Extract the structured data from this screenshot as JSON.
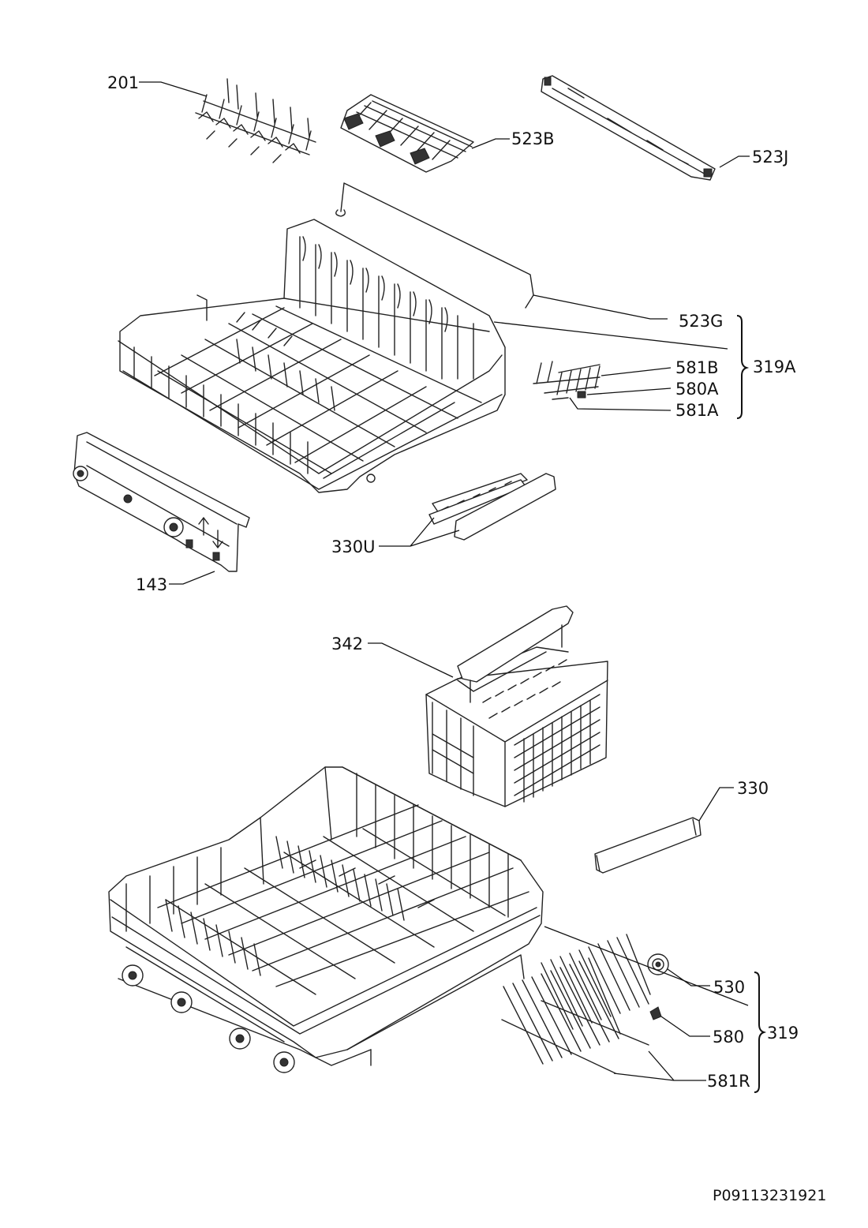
{
  "diagram": {
    "title": "",
    "drawing_code": "P09113231921",
    "part_labels": {
      "p201": "201",
      "p523B": "523B",
      "p523J": "523J",
      "p523G": "523G",
      "p319A": "319A",
      "p581B": "581B",
      "p580A": "580A",
      "p581A": "581A",
      "p330U": "330U",
      "p143": "143",
      "p342": "342",
      "p330": "330",
      "p530": "530",
      "p319": "319",
      "p580": "580",
      "p581R": "581R"
    }
  }
}
